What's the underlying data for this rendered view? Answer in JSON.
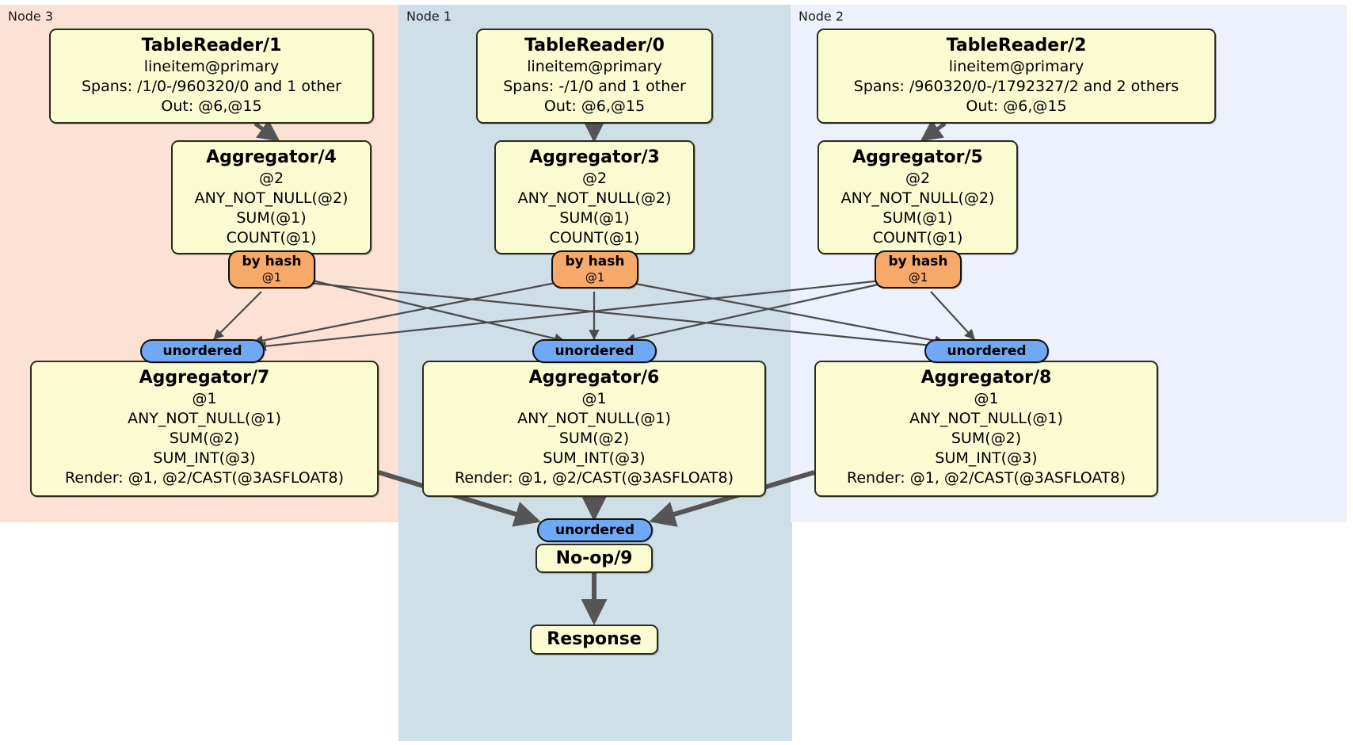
{
  "diagram": {
    "title": "Distributed query execution plan",
    "type": "dataflow-graph",
    "colors": {
      "node3_bg": "#fbe2d5",
      "node1_bg": "#cfdfe8",
      "node2_bg": "#ecf1fb",
      "processor_fill": "#fbfbd2",
      "processor_stroke": "#2b2b20",
      "hash_router_fill": "#f7a96a",
      "unordered_router_fill": "#6fa8f5",
      "edge_thin": "#4a4a4a",
      "edge_thick": "#555555"
    }
  },
  "regions": [
    {
      "id": "node3",
      "label": "Node 3"
    },
    {
      "id": "node1",
      "label": "Node 1"
    },
    {
      "id": "node2",
      "label": "Node 2"
    }
  ],
  "processors": {
    "tablereader1": {
      "title": "TableReader/1",
      "lines": [
        "lineitem@primary",
        "Spans: /1/0-/960320/0 and 1 other",
        "Out: @6,@15"
      ]
    },
    "tablereader0": {
      "title": "TableReader/0",
      "lines": [
        "lineitem@primary",
        "Spans: -/1/0 and 1 other",
        "Out: @6,@15"
      ]
    },
    "tablereader2": {
      "title": "TableReader/2",
      "lines": [
        "lineitem@primary",
        "Spans: /960320/0-/1792327/2 and 2 others",
        "Out: @6,@15"
      ]
    },
    "aggregator4": {
      "title": "Aggregator/4",
      "lines": [
        "@2",
        "ANY_NOT_NULL(@2)",
        "SUM(@1)",
        "COUNT(@1)"
      ]
    },
    "aggregator3": {
      "title": "Aggregator/3",
      "lines": [
        "@2",
        "ANY_NOT_NULL(@2)",
        "SUM(@1)",
        "COUNT(@1)"
      ]
    },
    "aggregator5": {
      "title": "Aggregator/5",
      "lines": [
        "@2",
        "ANY_NOT_NULL(@2)",
        "SUM(@1)",
        "COUNT(@1)"
      ]
    },
    "aggregator7": {
      "title": "Aggregator/7",
      "lines": [
        "@1",
        "ANY_NOT_NULL(@1)",
        "SUM(@2)",
        "SUM_INT(@3)",
        "Render: @1, @2/CAST(@3ASFLOAT8)"
      ]
    },
    "aggregator6": {
      "title": "Aggregator/6",
      "lines": [
        "@1",
        "ANY_NOT_NULL(@1)",
        "SUM(@2)",
        "SUM_INT(@3)",
        "Render: @1, @2/CAST(@3ASFLOAT8)"
      ]
    },
    "aggregator8": {
      "title": "Aggregator/8",
      "lines": [
        "@1",
        "ANY_NOT_NULL(@1)",
        "SUM(@2)",
        "SUM_INT(@3)",
        "Render: @1, @2/CAST(@3ASFLOAT8)"
      ]
    },
    "noop9": {
      "title": "No-op/9",
      "lines": []
    },
    "response": {
      "title": "Response",
      "lines": []
    }
  },
  "routers": {
    "hash4": {
      "label": "by hash",
      "sublabel": "@1"
    },
    "hash3": {
      "label": "by hash",
      "sublabel": "@1"
    },
    "hash5": {
      "label": "by hash",
      "sublabel": "@1"
    },
    "unordered7": {
      "label": "unordered"
    },
    "unordered6": {
      "label": "unordered"
    },
    "unordered8": {
      "label": "unordered"
    },
    "unordered9": {
      "label": "unordered"
    }
  },
  "chart_data": {
    "type": "diagram-graph",
    "title": "Distributed aggregation dataflow across 3 nodes",
    "nodes": [
      {
        "id": "TableReader/1",
        "region": "Node 3"
      },
      {
        "id": "Aggregator/4",
        "region": "Node 3"
      },
      {
        "id": "Aggregator/7",
        "region": "Node 3"
      },
      {
        "id": "TableReader/0",
        "region": "Node 1"
      },
      {
        "id": "Aggregator/3",
        "region": "Node 1"
      },
      {
        "id": "Aggregator/6",
        "region": "Node 1"
      },
      {
        "id": "No-op/9",
        "region": "Node 1"
      },
      {
        "id": "Response",
        "region": "Node 1"
      },
      {
        "id": "TableReader/2",
        "region": "Node 2"
      },
      {
        "id": "Aggregator/5",
        "region": "Node 2"
      },
      {
        "id": "Aggregator/8",
        "region": "Node 2"
      }
    ],
    "edges": [
      {
        "from": "TableReader/1",
        "to": "Aggregator/4"
      },
      {
        "from": "TableReader/0",
        "to": "Aggregator/3"
      },
      {
        "from": "TableReader/2",
        "to": "Aggregator/5"
      },
      {
        "from": "Aggregator/4",
        "to": "Aggregator/7",
        "router": "by hash @1"
      },
      {
        "from": "Aggregator/4",
        "to": "Aggregator/6",
        "router": "by hash @1"
      },
      {
        "from": "Aggregator/4",
        "to": "Aggregator/8",
        "router": "by hash @1"
      },
      {
        "from": "Aggregator/3",
        "to": "Aggregator/7",
        "router": "by hash @1"
      },
      {
        "from": "Aggregator/3",
        "to": "Aggregator/6",
        "router": "by hash @1"
      },
      {
        "from": "Aggregator/3",
        "to": "Aggregator/8",
        "router": "by hash @1"
      },
      {
        "from": "Aggregator/5",
        "to": "Aggregator/7",
        "router": "by hash @1"
      },
      {
        "from": "Aggregator/5",
        "to": "Aggregator/6",
        "router": "by hash @1"
      },
      {
        "from": "Aggregator/5",
        "to": "Aggregator/8",
        "router": "by hash @1"
      },
      {
        "from": "Aggregator/7",
        "to": "No-op/9",
        "router": "unordered"
      },
      {
        "from": "Aggregator/6",
        "to": "No-op/9",
        "router": "unordered"
      },
      {
        "from": "Aggregator/8",
        "to": "No-op/9",
        "router": "unordered"
      },
      {
        "from": "No-op/9",
        "to": "Response"
      }
    ]
  }
}
